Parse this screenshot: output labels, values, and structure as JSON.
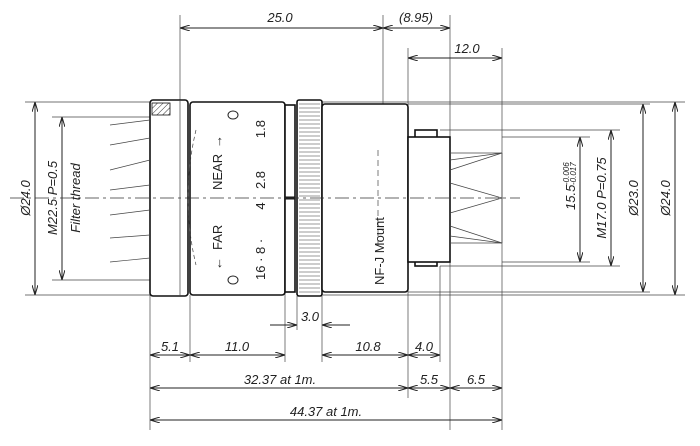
{
  "top_dims": {
    "overall_front": "25.0",
    "flange_ref": "(8.95)",
    "mount_len": "12.0"
  },
  "left_dims": {
    "outer_dia": "Ø24.0",
    "filter_thread": "M22.5  P=0.5",
    "filter_label": "Filter thread"
  },
  "right_dims": {
    "pilot_dia": "15.5",
    "pilot_tol_upper": "-0.006",
    "pilot_tol_lower": "-0.017",
    "mount_thread": "M17.0  P=0.75",
    "body_dia": "Ø23.0",
    "outer_dia": "Ø24.0"
  },
  "bottom_dims": {
    "ring": "3.0",
    "front_ring": "5.1",
    "focus_barrel": "11.0",
    "mount_body": "10.8",
    "flange": "4.0",
    "len_1m": "32.37 at 1m.",
    "back_flange": "5.5",
    "thread_len": "6.5",
    "total_1m": "44.37 at 1m."
  },
  "lens_markings": {
    "near": "NEAR",
    "far": "FAR",
    "f_1_8": "1.8",
    "f_2_8": "2.8",
    "f_4": "4",
    "f_seq": "16 · 8 ·",
    "mount": "NF-J Mount",
    "arrow_near": "→",
    "arrow_far": "←"
  }
}
